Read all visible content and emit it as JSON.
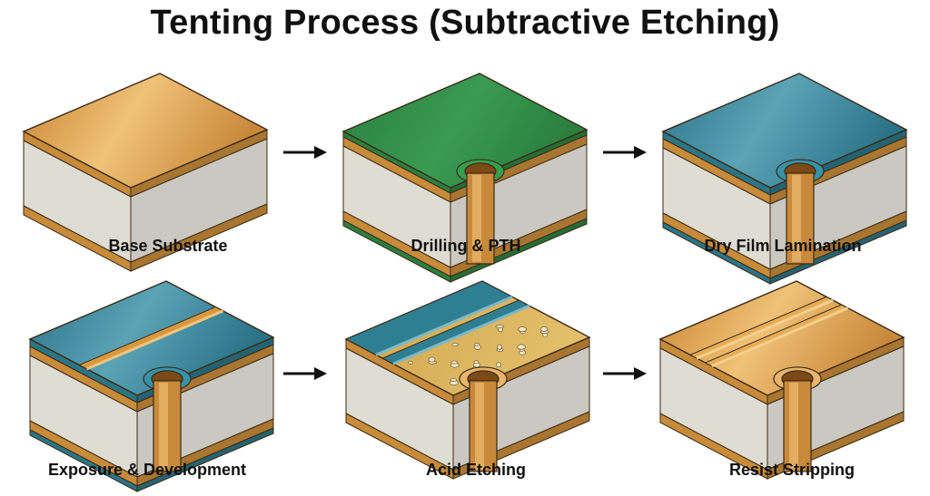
{
  "title": "Tenting Process (Subtractive Etching)",
  "steps": [
    {
      "label": "Base Substrate"
    },
    {
      "label": "Drilling & PTH"
    },
    {
      "label": "Dry Film Lamination"
    },
    {
      "label": "Exposure & Development"
    },
    {
      "label": "Acid Etching"
    },
    {
      "label": "Resist Stripping"
    }
  ],
  "colors": {
    "copper": "#d9973f",
    "copper_dark": "#b87326",
    "substrate": "#e6e3da",
    "solder_green": "#2f8a45",
    "dry_film": "#2f7f93",
    "outline": "#3a2a15"
  },
  "icons": [
    "arrow-right-icon"
  ]
}
